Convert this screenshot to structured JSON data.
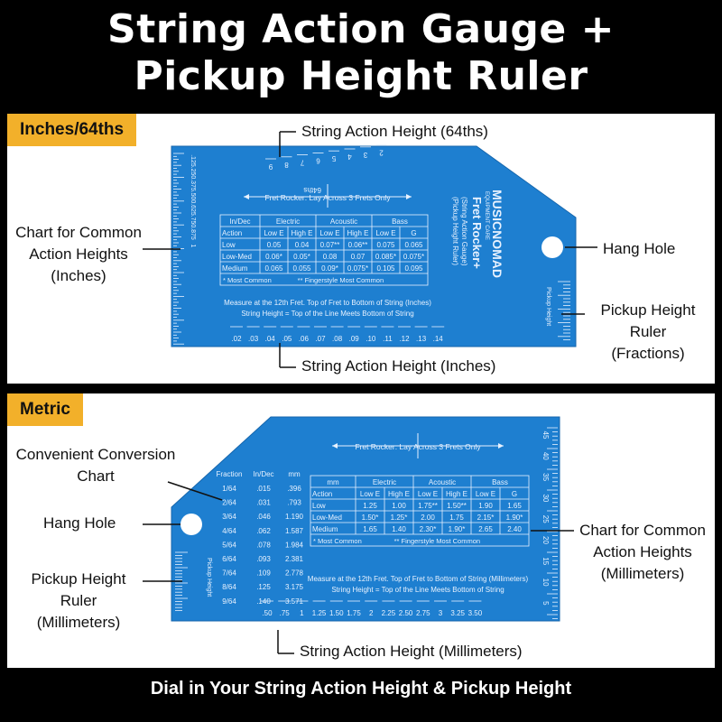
{
  "title_line1": "String Action Gauge +",
  "title_line2": "Pickup Height Ruler",
  "footer": "Dial in Your String Action Height & Pickup Height",
  "colors": {
    "gauge_blue": "#1e7fd0",
    "gauge_line": "#e8f2ff",
    "tag": "#f2b02a",
    "background": "#000000"
  },
  "inches": {
    "tag": "Inches/64ths",
    "callouts": {
      "top": "String Action Height (64ths)",
      "left": "Chart for Common\nAction Heights\n(Inches)",
      "hang_hole": "Hang Hole",
      "pickup": "Pickup Height\nRuler\n(Fractions)",
      "bottom": "String Action Height (Inches)"
    },
    "gauge": {
      "brand": "MUSICNOMAD",
      "brand_sub": "EQUIPMENT CARE",
      "product": "Fret Rocker+",
      "product_sub1": "(String Action Gauge)",
      "product_sub2": "(Pickup Height Ruler)",
      "sixtyfourths_label": "64ths",
      "sixtyfourths": [
        "2",
        "3",
        "4",
        "5",
        "6",
        "7",
        "8",
        "9"
      ],
      "fret_rocker": "Fret Rocker: Lay Across 3 Frets Only",
      "table": {
        "groups": [
          "In/Dec",
          "Electric",
          "Acoustic",
          "Bass"
        ],
        "rows": [
          [
            "Action",
            "Low E",
            "High E",
            "Low E",
            "High E",
            "Low E",
            "G"
          ],
          [
            "Low",
            "0.05",
            "0.04",
            "0.07**",
            "0.06**",
            "0.075",
            "0.065"
          ],
          [
            "Low-Med",
            "0.06*",
            "0.05*",
            "0.08",
            "0.07",
            "0.085*",
            "0.075*"
          ],
          [
            "Medium",
            "0.065",
            "0.055",
            "0.09*",
            "0.075*",
            "0.105",
            "0.095"
          ]
        ],
        "footnote1": "* Most Common",
        "footnote2": "** Fingerstyle Most Common"
      },
      "measure": "Measure at the 12th Fret. Top of Fret to Bottom of String (Inches)",
      "height": "String Height = Top of the Line Meets Bottom of String",
      "inch_values": [
        ".02",
        ".03",
        ".04",
        ".05",
        ".06",
        ".07",
        ".08",
        ".09",
        ".10",
        ".11",
        ".12",
        ".13",
        ".14"
      ],
      "side_ruler": [
        ".125",
        ".250",
        ".375",
        ".500",
        ".625",
        ".750",
        ".875",
        "1"
      ],
      "pickup_label": "Pickup Height"
    }
  },
  "metric": {
    "tag": "Metric",
    "callouts": {
      "conversion": "Convenient Conversion\nChart",
      "hang_hole": "Hang Hole",
      "pickup": "Pickup Height\nRuler\n(Millimeters)",
      "right": "Chart for Common\nAction Heights\n(Millimeters)",
      "bottom": "String Action Height (Millimeters)"
    },
    "gauge": {
      "fret_rocker": "Fret Rocker: Lay Across 3 Frets Only",
      "conversion": {
        "headers": [
          "Fraction",
          "In/Dec",
          "mm"
        ],
        "rows": [
          [
            "1/64",
            ".015",
            ".396"
          ],
          [
            "2/64",
            ".031",
            ".793"
          ],
          [
            "3/64",
            ".046",
            "1.190"
          ],
          [
            "4/64",
            ".062",
            "1.587"
          ],
          [
            "5/64",
            ".078",
            "1.984"
          ],
          [
            "6/64",
            ".093",
            "2.381"
          ],
          [
            "7/64",
            ".109",
            "2.778"
          ],
          [
            "8/64",
            ".125",
            "3.175"
          ],
          [
            "9/64",
            ".140",
            "3.571"
          ]
        ]
      },
      "table": {
        "groups": [
          "mm",
          "Electric",
          "Acoustic",
          "Bass"
        ],
        "rows": [
          [
            "Action",
            "Low E",
            "High E",
            "Low E",
            "High E",
            "Low E",
            "G"
          ],
          [
            "Low",
            "1.25",
            "1.00",
            "1.75**",
            "1.50**",
            "1.90",
            "1.65"
          ],
          [
            "Low-Med",
            "1.50*",
            "1.25*",
            "2.00",
            "1.75",
            "2.15*",
            "1.90*"
          ],
          [
            "Medium",
            "1.65",
            "1.40",
            "2.30*",
            "1.90*",
            "2.65",
            "2.40"
          ]
        ],
        "footnote1": "* Most Common",
        "footnote2": "** Fingerstyle Most Common"
      },
      "measure": "Measure at the 12th Fret. Top of Fret to Bottom of String (Millimeters)",
      "height": "String Height = Top of the Line Meets Bottom of String",
      "mm_values": [
        ".50",
        ".75",
        "1",
        "1.25",
        "1.50",
        "1.75",
        "2",
        "2.25",
        "2.50",
        "2.75",
        "3",
        "3.25",
        "3.50"
      ],
      "side_ruler": [
        "45",
        "40",
        "35",
        "30",
        "25",
        "20",
        "15",
        "10",
        "5"
      ],
      "pickup_label": "Pickup Height"
    }
  }
}
